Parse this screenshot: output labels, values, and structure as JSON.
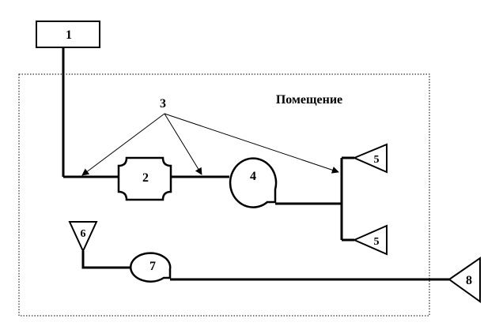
{
  "diagram": {
    "room_label": "Помещение",
    "labels": {
      "n1": "1",
      "n2": "2",
      "n3": "3",
      "n4": "4",
      "n5_top": "5",
      "n5_bottom": "5",
      "n6": "6",
      "n7": "7",
      "n8": "8"
    },
    "colors": {
      "line": "#000000",
      "background": "#ffffff"
    }
  }
}
